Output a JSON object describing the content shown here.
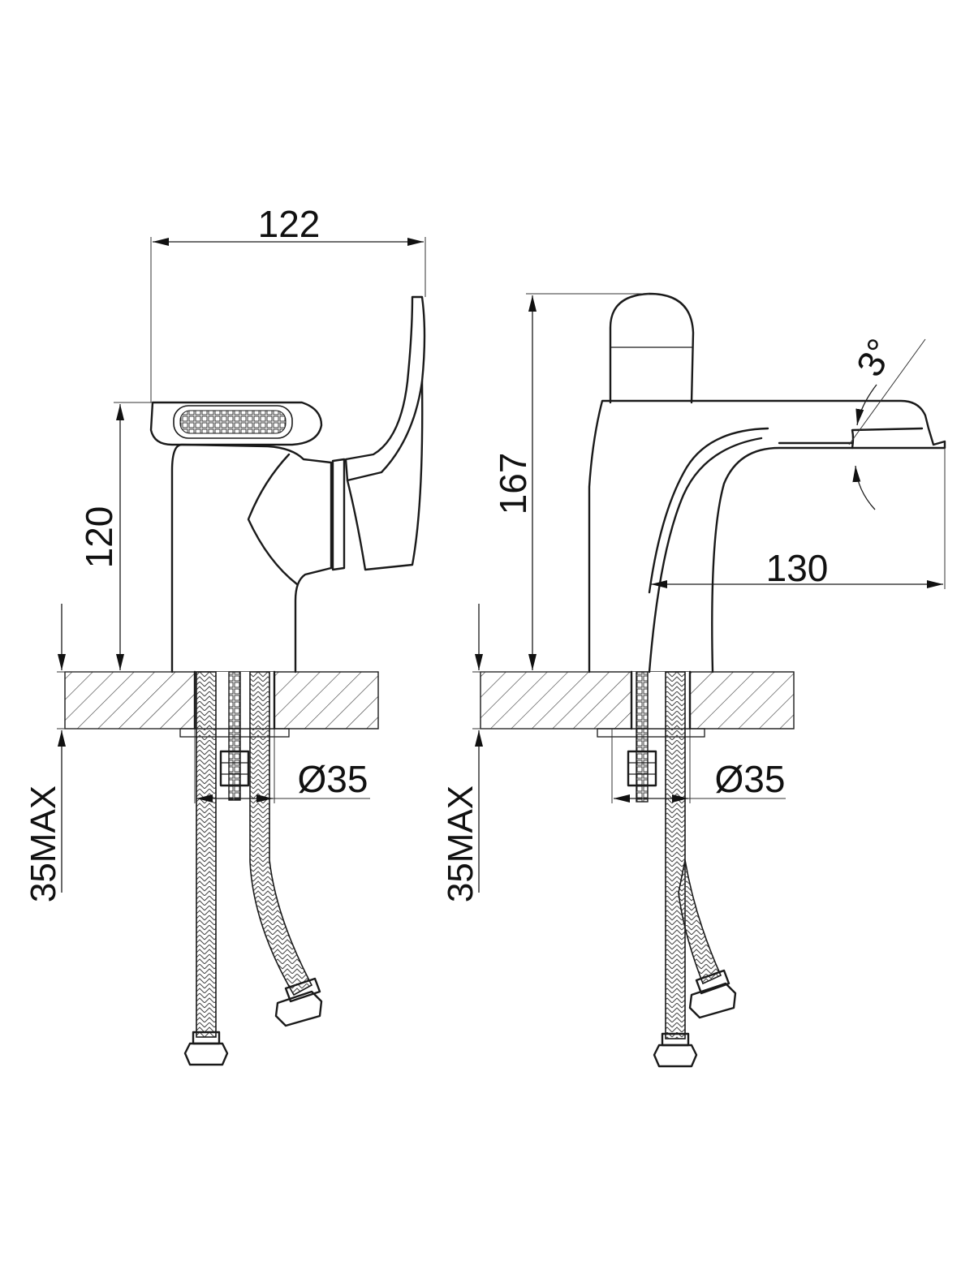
{
  "dimensions": {
    "total_width": "122",
    "lever_height": "120",
    "total_height": "167",
    "spout_reach": "130",
    "spout_angle": "3°",
    "hole_diameter_front": "Ø35",
    "hole_diameter_side": "Ø35",
    "max_deck_thickness_front": "35MAX",
    "max_deck_thickness_side": "35MAX"
  },
  "colors": {
    "line": "#1a1a1a",
    "background": "#ffffff"
  }
}
